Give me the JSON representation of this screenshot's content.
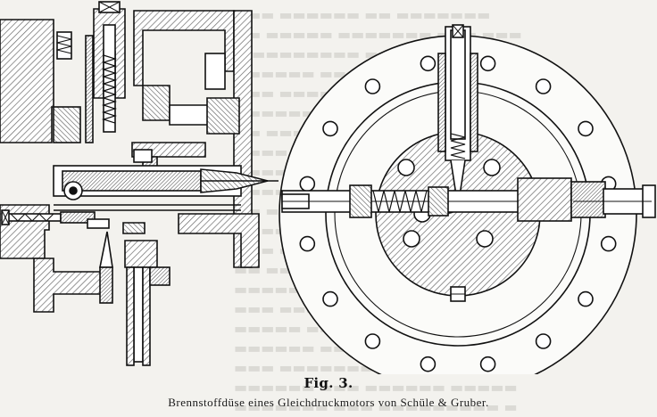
{
  "figure": {
    "number_label": "Fig. 3.",
    "caption": "Brennstoffdüse eines Gleichdruckmotors von Schüle & Gruber."
  },
  "colors": {
    "paper": "#f3f2ee",
    "ink": "#111111",
    "hatch": "#8a8a8a",
    "ghost_text": "#c9c7c1"
  },
  "drawing": {
    "left_view": "section-view",
    "right_view": "flange-front-view",
    "bolt_hole_count": 16,
    "inner_screw_count": 6
  }
}
